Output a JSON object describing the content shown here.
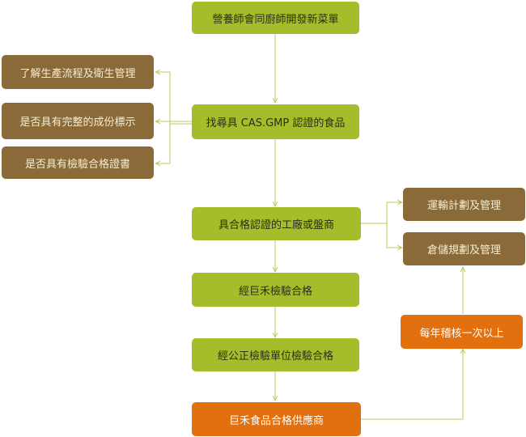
{
  "main_flow": [
    "營養師會同廚師開發新菜單",
    "找尋具 CAS.GMP 認證的食品",
    "具合格認證的工廠或盤商",
    "經巨禾檢驗合格",
    "經公正檢驗單位檢驗合格",
    "巨禾食品合格供應商"
  ],
  "left_branch": [
    "了解生產流程及衛生管理",
    "是否具有完整的成份標示",
    "是否具有檢驗合格證書"
  ],
  "right_branch": [
    "運輸計劃及管理",
    "倉儲規劃及管理"
  ],
  "annual_check": "每年稽核一次以上",
  "colors": {
    "green": "#a3bd2b",
    "brown": "#8b6a3a",
    "orange": "#e2700f",
    "connector": "#b5cc5a"
  }
}
